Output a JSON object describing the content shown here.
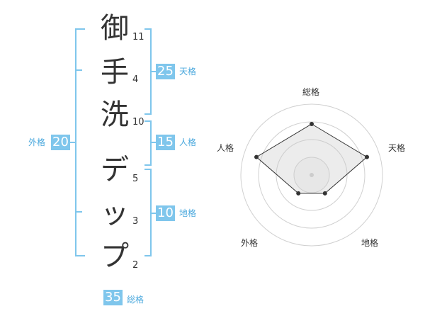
{
  "name_chars": [
    {
      "char": "御",
      "strokes": "11"
    },
    {
      "char": "手",
      "strokes": "4"
    },
    {
      "char": "洗",
      "strokes": "10"
    },
    {
      "char": "デ",
      "strokes": "5"
    },
    {
      "char": "ッ",
      "strokes": "3"
    },
    {
      "char": "プ",
      "strokes": "2"
    }
  ],
  "fortunes": {
    "tenkaku": {
      "value": "25",
      "label": "天格"
    },
    "jinkaku": {
      "value": "15",
      "label": "人格"
    },
    "chikaku": {
      "value": "10",
      "label": "地格"
    },
    "gaikaku": {
      "value": "20",
      "label": "外格"
    },
    "soukaku": {
      "value": "35",
      "label": "総格"
    }
  },
  "radar": {
    "labels": {
      "top": "総格",
      "right": "天格",
      "bottom_right": "地格",
      "bottom_left": "外格",
      "left": "人格"
    },
    "levels": 4,
    "values": {
      "top": 0.72,
      "right": 0.82,
      "bottom_right": 0.32,
      "bottom_left": 0.32,
      "left": 0.82
    },
    "accent_color": "#7fc6ec",
    "fill_color": "#eeeeee"
  }
}
